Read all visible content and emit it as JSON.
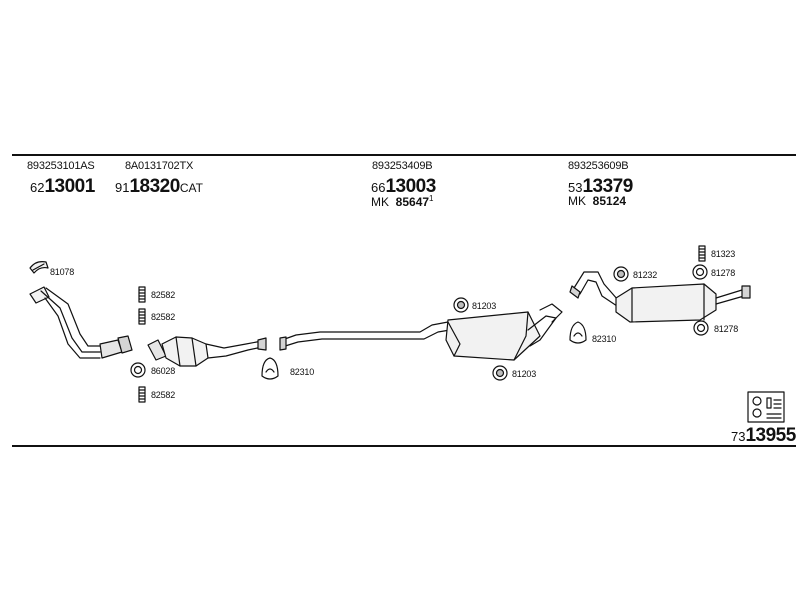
{
  "header": {
    "parts": [
      {
        "part_no": "893253101AS",
        "code_prefix": "62",
        "code_main": "13001",
        "code_suffix": ""
      },
      {
        "part_no": "8A0131702TX",
        "code_prefix": "91",
        "code_main": "18320",
        "code_suffix": "CAT"
      },
      {
        "part_no": "893253409B",
        "code_prefix": "66",
        "code_main": "13003",
        "code_suffix": "",
        "mk_label": "MK",
        "mk_value": "85647",
        "mk_note": "1"
      },
      {
        "part_no": "893253609B",
        "code_prefix": "53",
        "code_main": "13379",
        "code_suffix": "",
        "mk_label": "MK",
        "mk_value": "85124"
      }
    ]
  },
  "labels": {
    "clamp_81078": "81078",
    "bolt_82582_a": "82582",
    "bolt_82582_b": "82582",
    "ring_86028": "86028",
    "bolt_82582_c": "82582",
    "hanger_82310_a": "82310",
    "mount_81203_top": "81203",
    "mount_81203_bottom": "81203",
    "hanger_82310_b": "82310",
    "mount_81232": "81232",
    "bolt_81323": "81323",
    "ring_81278_top": "81278",
    "ring_81278_bottom": "81278"
  },
  "footer": {
    "kit_prefix": "73",
    "kit_main": "13955"
  },
  "colors": {
    "line": "#111111",
    "part_fill": "#f2f2f2",
    "part_shade": "#bdbdbd"
  },
  "icons": {
    "kit": "mounting-kit-icon",
    "bolt": "bolt-icon",
    "ring": "ring-icon",
    "clamp": "clamp-icon",
    "hanger": "hanger-icon",
    "mount": "rubber-mount-icon"
  }
}
